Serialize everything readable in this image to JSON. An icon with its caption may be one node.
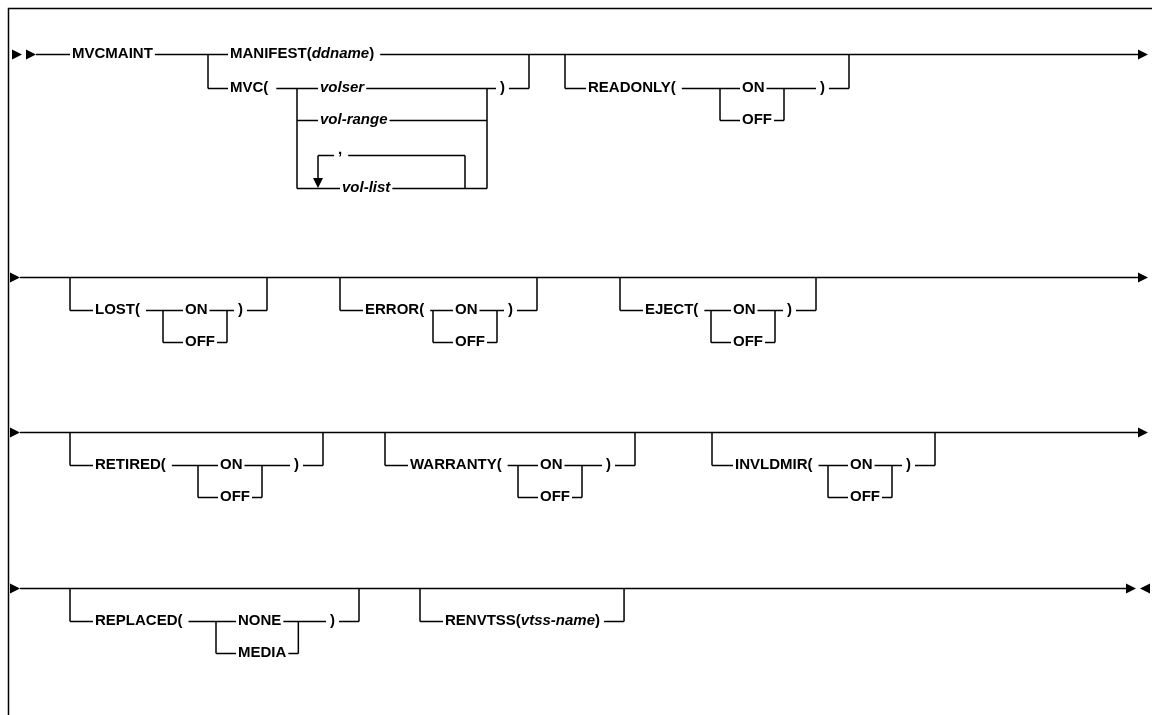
{
  "diagram": {
    "labels": [
      "MVCMAINT",
      "MANIFEST(*ddname*)",
      "MVC(",
      "volser",
      ")",
      "READONLY(",
      "ON",
      ")",
      "vol-range",
      "OFF",
      ",",
      "vol-list",
      "LOST(",
      "ON",
      ")",
      "ERROR(",
      "ON",
      ")",
      "EJECT(",
      "ON",
      ")",
      "OFF",
      "OFF",
      "OFF",
      "RETIRED(",
      "ON",
      ")",
      "WARRANTY(",
      "ON",
      ")",
      "INVLDMIR(",
      "ON",
      ")",
      "OFF",
      "OFF",
      "OFF",
      "REPLACED(",
      "NONE",
      ")",
      "RENVTSS(*vtss-name*)",
      "MEDIA"
    ]
  }
}
